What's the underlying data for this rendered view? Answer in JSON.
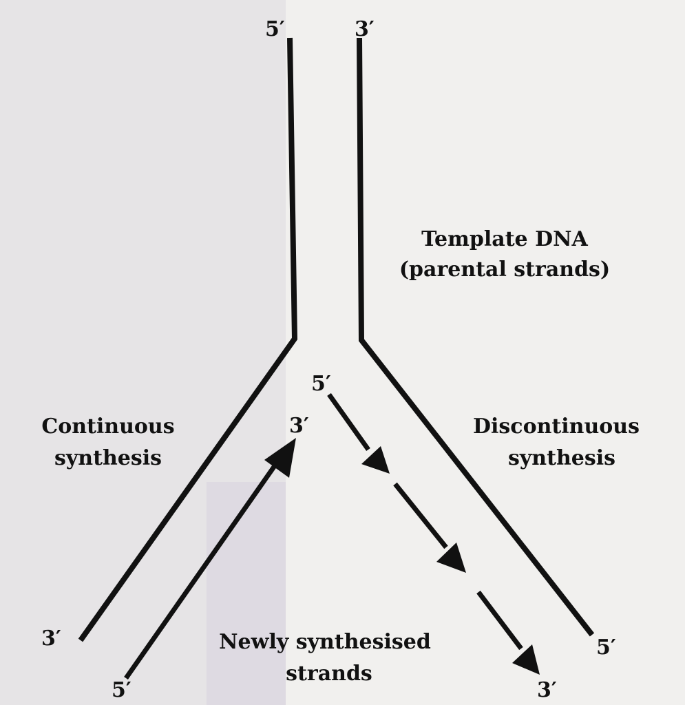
{
  "labels": {
    "template_top_left": "5′",
    "template_top_right": "3′",
    "template_bottom_left": "3′",
    "template_bottom_right": "5′",
    "leading_start": "5′",
    "leading_end": "3′",
    "lagging_start": "5′",
    "lagging_end": "3′"
  },
  "captions": {
    "template_line1": "Template DNA",
    "template_line2": "(parental strands)",
    "continuous_line1": "Continuous",
    "continuous_line2": "synthesis",
    "discontinuous_line1": "Discontinuous",
    "discontinuous_line2": "synthesis",
    "new_line1": "Newly synthesised",
    "new_line2": "strands"
  },
  "colors": {
    "ink": "#111111",
    "background": "#f1f0ee",
    "shade": "#d9d6de"
  }
}
